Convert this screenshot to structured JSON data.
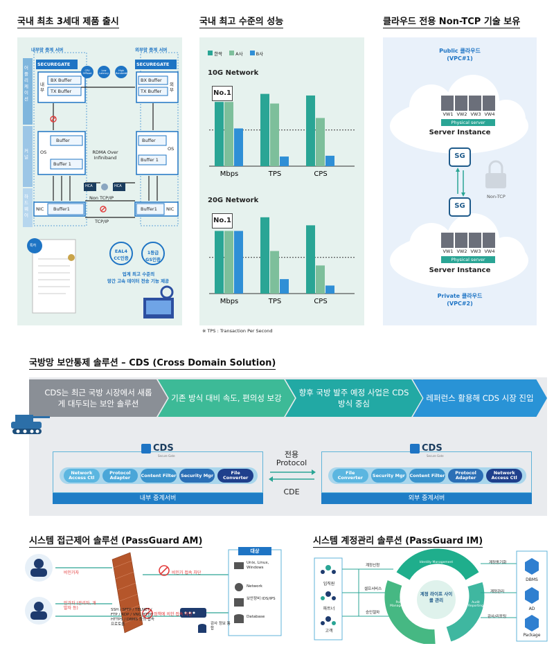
{
  "sections": {
    "s1": "국내 최초 3세대 제품 출시",
    "s2": "국내 최고 수준의 성능",
    "s3": "클라우드 전용 Non-TCP 기술 보유",
    "s4": "국방망 보안통제 솔루션 – CDS (Cross Domain Solution)",
    "s5": "시스템 접근제어 솔루션 (PassGuard AM)",
    "s6": "시스템 계정관리 솔루션 (PassGuard IM)"
  },
  "arch": {
    "left_server": "내부망 중계 서버",
    "right_server": "외부망 중계 서버",
    "logo": "SECUREGATE",
    "layers": [
      "어플리케이션",
      "커널",
      "하드웨어"
    ],
    "left_side": "내부",
    "right_side": "외부",
    "bx": "BX Buffer",
    "tx": "TX Buffer",
    "os": "OS",
    "buffer": "Buffer",
    "buffer1": "Buffer 1",
    "nic": "NIC",
    "nic_buffer": "Buffer1",
    "badges": [
      "CPU Offload",
      "Low Latency",
      "High Bandwidth"
    ],
    "rdma": "RDMA Over Infiniband",
    "hca": "HCA",
    "non_tcp": "Non TCP/IP",
    "tcp": "TCP/IP",
    "patent": "특허",
    "cert1": "EAL4 CC인증",
    "cert2": "1등급 GS인증",
    "tagline1": "업계 최고 수준의",
    "tagline2": "망간 고속 데이터 전송 기능 제공"
  },
  "perf": {
    "legend": [
      "한싹",
      "A사",
      "B사"
    ],
    "colors": [
      "#2aa595",
      "#7dbf9b",
      "#2f8fd6"
    ],
    "note": "※ TPS : Transaction Per Second",
    "no1": "No.1"
  },
  "chart_data": [
    {
      "type": "bar",
      "title": "10G Network",
      "categories": [
        "Mbps",
        "TPS",
        "CPS"
      ],
      "series": [
        {
          "name": "한싹",
          "values": [
            80,
            90,
            88
          ]
        },
        {
          "name": "A사",
          "values": [
            80,
            78,
            60
          ]
        },
        {
          "name": "B사",
          "values": [
            47,
            12,
            13
          ]
        }
      ],
      "ylim": [
        0,
        100
      ]
    },
    {
      "type": "bar",
      "title": "20G Network",
      "categories": [
        "Mbps",
        "TPS",
        "CPS"
      ],
      "series": [
        {
          "name": "한싹",
          "values": [
            78,
            95,
            85
          ]
        },
        {
          "name": "A사",
          "values": [
            78,
            53,
            35
          ]
        },
        {
          "name": "B사",
          "values": [
            78,
            18,
            10
          ]
        }
      ],
      "ylim": [
        0,
        100
      ]
    }
  ],
  "cloud": {
    "public_title": "Public 클라우드",
    "public_sub": "(VPC#1)",
    "private_title": "Private 클라우드",
    "private_sub": "(VPC#2)",
    "vms": [
      "VW1",
      "VW2",
      "VW3",
      "VW4"
    ],
    "physical": "Physical server",
    "instance": "Server Instance",
    "sg": "SG",
    "non_tcp": "Non-TCP"
  },
  "cds": {
    "steps": [
      "CDS는 최근 국방 시장에서 새롭게 대두되는 보안 솔루션",
      "기존 방식 대비 속도, 편의성 보강",
      "향후 국방 발주 예정 사업은 CDS 방식 중심",
      "레퍼런스 활용해 CDS 시장 진입"
    ],
    "logo": "CDS",
    "logo_sub": "Secure Gate",
    "protocol1": "전용",
    "protocol2": "Protocol",
    "cde": "CDE",
    "left_segments": [
      "Network Access Ctl",
      "Protocol Adapter",
      "Content Filter",
      "Security Mgr",
      "File Converter"
    ],
    "right_segments": [
      "File Converter",
      "Security Mgr",
      "Content Filter",
      "Protocol Adapter",
      "Network Access Ctl"
    ],
    "left_label": "내부 중계서버",
    "right_label": "외부 중계서버"
  },
  "am": {
    "user1": "비인가자",
    "user2": "인가자 (관리자, 개발자 등)",
    "block1": "비인가 접속 차단",
    "block2": "정책에 의한 접속 차단",
    "protocols": "SSH / SFTP / TELNET / FTP / RDP / VNC HTTP/ HTTPS / DBMS 등의 접속 프로토콜",
    "log": "감사 정보 통합",
    "target_title": "대상",
    "targets": [
      "Unix, Linux, Windows",
      "Network",
      "보안장비 IDS/IPS",
      "Database"
    ]
  },
  "im": {
    "users": [
      "임직원",
      "파트너",
      "고객"
    ],
    "left_flows": [
      "계정신청",
      "셀프서비스",
      "승인절차"
    ],
    "cycle_center": "계정 라이프 사이클 관리",
    "cycle": [
      "Identity Management",
      "Audit Reporting",
      "Policy Management"
    ],
    "right_flows": [
      "계정동기화",
      "계정관리",
      "감사/리포팅"
    ],
    "targets": [
      "DBMS",
      "AD",
      "Package"
    ]
  }
}
